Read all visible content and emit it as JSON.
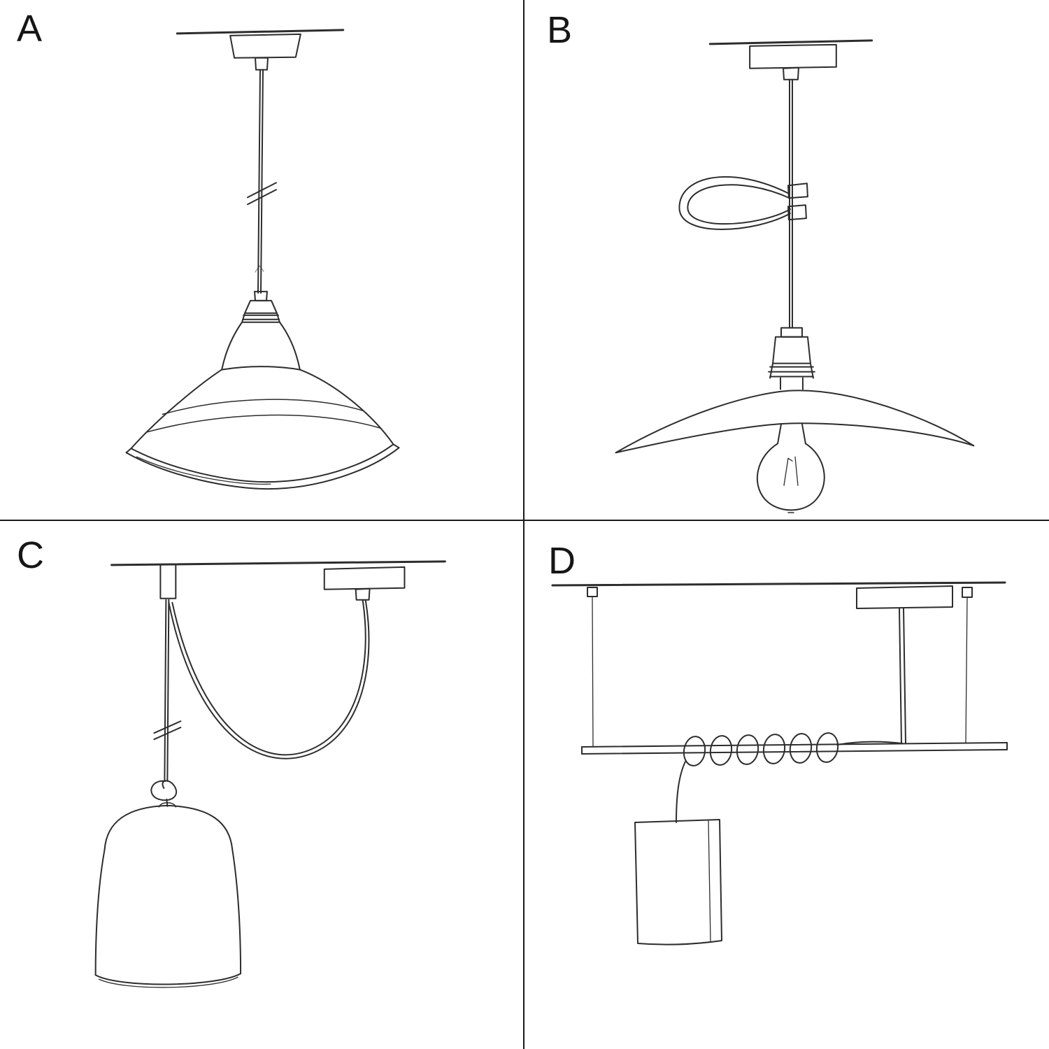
{
  "colors": {
    "background": "#ffffff",
    "sketch_line": "#2d2d2d",
    "divider": "#1a1a1a",
    "label": "#161616"
  },
  "panels": [
    {
      "label": "A",
      "sketch": "pendant-with-industrial-bowl-shade"
    },
    {
      "label": "B",
      "sketch": "pendant-with-flat-plate-shade-and-exposed-bulb"
    },
    {
      "label": "C",
      "sketch": "swag-pendant-with-hook-and-bell-dome-shade"
    },
    {
      "label": "D",
      "sketch": "suspended-bar-with-wrapped-cable-and-tube-pendant"
    }
  ]
}
